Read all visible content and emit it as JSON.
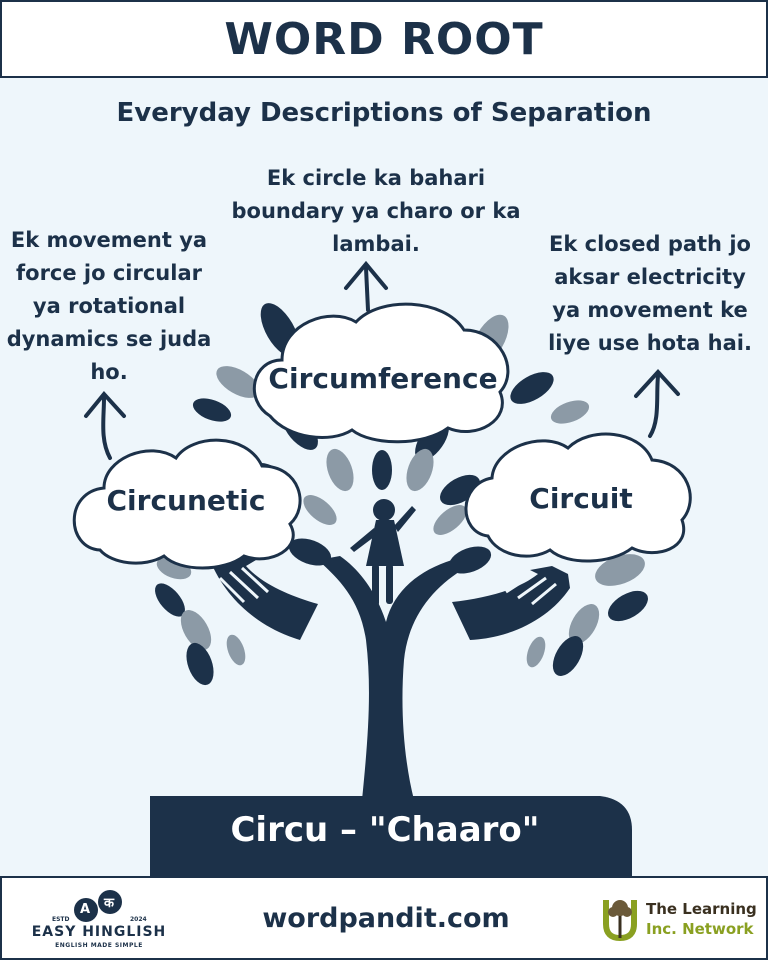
{
  "header": {
    "title": "WORD ROOT"
  },
  "subtitle": "Everyday Descriptions of Separation",
  "root": {
    "label": "Circu – \"Chaaro\""
  },
  "words": [
    {
      "word": "Circunetic",
      "description": "Ek movement ya force jo circular ya rotational dynamics se juda ho."
    },
    {
      "word": "Circumference",
      "description": "Ek circle ka bahari boundary ya charo or ka lambai."
    },
    {
      "word": "Circuit",
      "description": "Ek closed path jo aksar electricity ya movement ke liye use hota hai."
    }
  ],
  "footer": {
    "website": "wordpandit.com",
    "left_logo": {
      "estd": "ESTD",
      "year": "2024",
      "glyph_a": "A",
      "glyph_ka": "क",
      "name": "EASY HINGLISH",
      "tagline": "ENGLISH MADE SIMPLE"
    },
    "right_logo": {
      "line1": "The Learning",
      "line2": "Inc. Network"
    }
  },
  "colors": {
    "navy": "#1c3149",
    "background": "#eef6fb",
    "leaf_grey": "#8c9aa6",
    "accent_green": "#8aa021"
  }
}
